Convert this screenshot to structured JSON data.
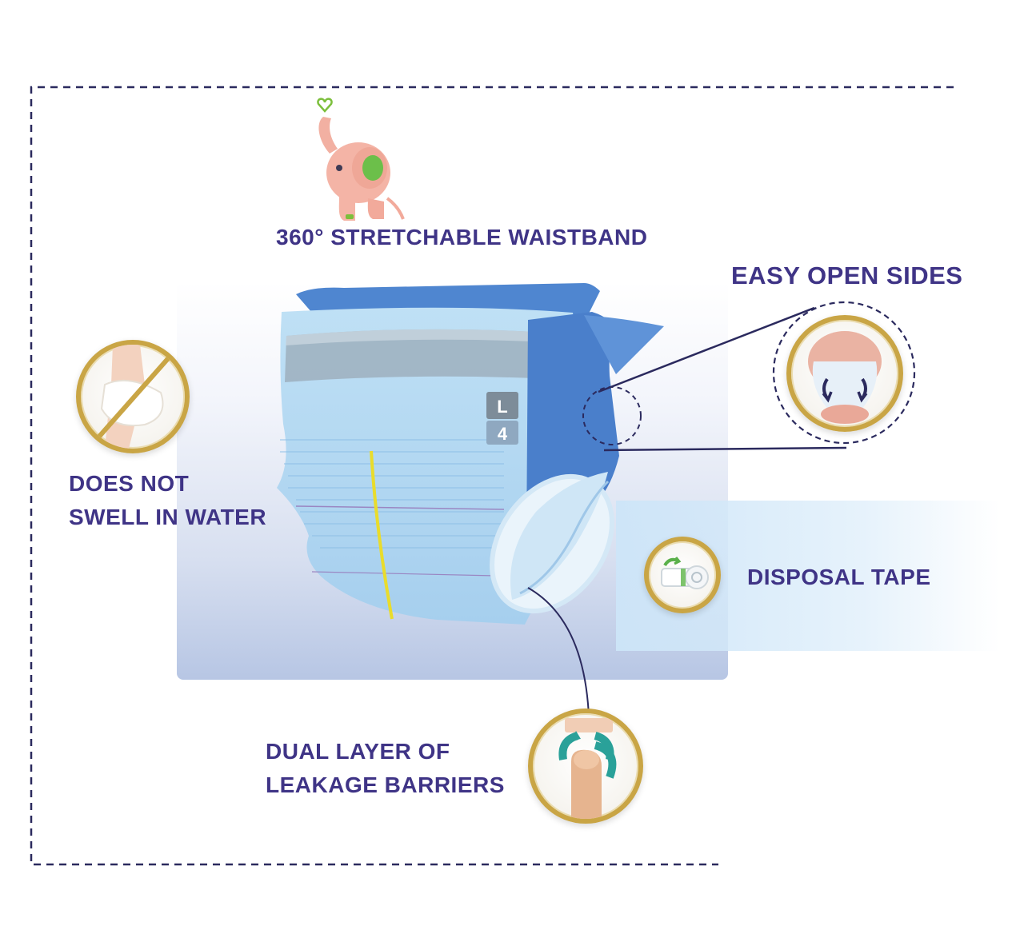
{
  "features": {
    "waistband": "360° STRETCHABLE WAISTBAND",
    "easy_open": "EASY OPEN SIDES",
    "no_swell_line1": "DOES NOT",
    "no_swell_line2": "SWELL IN WATER",
    "disposal": "DISPOSAL TAPE",
    "leakage_line1": "DUAL LAYER OF",
    "leakage_line2": "LEAKAGE BARRIERS"
  },
  "product": {
    "size_letter": "L",
    "size_number": "4"
  },
  "colors": {
    "label_text": "#3f3486",
    "frame_dash": "#2b2a5e",
    "badge_gold": "#c9a545",
    "diaper_blue": "#a9d3ef",
    "waist_blue": "#4d84cf"
  },
  "icons": [
    "elephant-icon",
    "no-swell-icon",
    "easy-open-icon",
    "disposal-tape-icon",
    "leakage-barrier-icon"
  ]
}
